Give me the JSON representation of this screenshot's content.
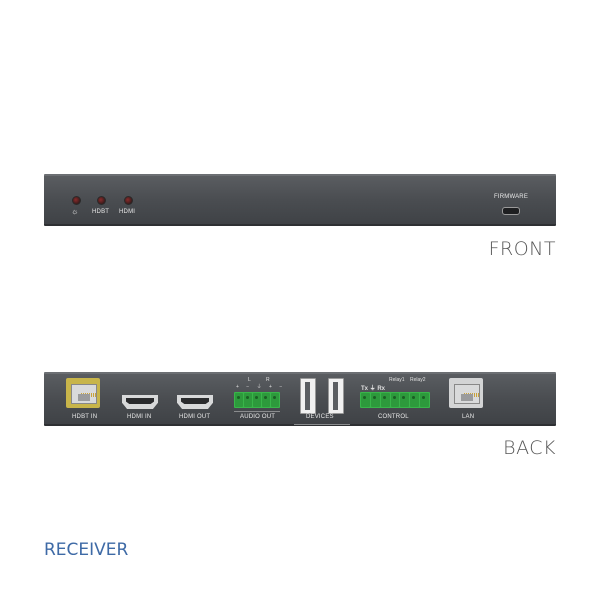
{
  "front": {
    "caption": "FRONT",
    "labels": {
      "power_symbol": "☼",
      "hdbt": "HDBT",
      "hdmi": "HDMI",
      "firmware": "FIRMWARE"
    }
  },
  "back": {
    "caption": "BACK",
    "labels": {
      "hdbt_in": "HDBT IN",
      "hdmi_in": "HDMI IN",
      "hdmi_out": "HDMI OUT",
      "audio_out": "AUDIO OUT",
      "devices": "DEVICES",
      "control": "CONTROL",
      "lan": "LAN",
      "audio_markings": "+ − ⏚ + −",
      "audio_l": "L",
      "audio_r": "R",
      "control_markings": "Tx ⏚ Rx",
      "relay1": "Relay1",
      "relay2": "Relay2"
    }
  },
  "product_label": "RECEIVER"
}
